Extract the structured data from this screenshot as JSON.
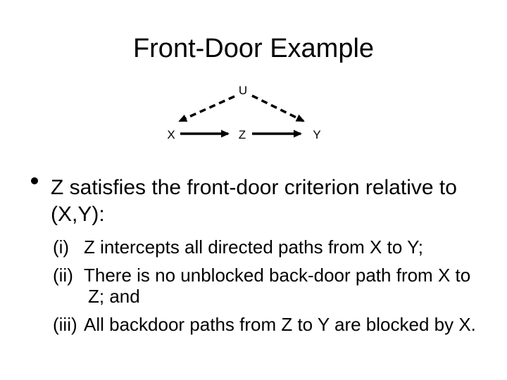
{
  "slide": {
    "title": "Front-Door Example",
    "colors": {
      "background": "#ffffff",
      "text": "#000000"
    },
    "diagram": {
      "type": "causal-dag",
      "nodes": [
        {
          "id": "U",
          "role": "unobserved-confounder"
        },
        {
          "id": "X",
          "role": "treatment"
        },
        {
          "id": "Z",
          "role": "mediator"
        },
        {
          "id": "Y",
          "role": "outcome"
        }
      ],
      "edges": [
        {
          "from": "U",
          "to": "X",
          "style": "dashed"
        },
        {
          "from": "U",
          "to": "Y",
          "style": "dashed"
        },
        {
          "from": "X",
          "to": "Z",
          "style": "solid"
        },
        {
          "from": "Z",
          "to": "Y",
          "style": "solid"
        }
      ]
    },
    "bullet": {
      "marker": "•",
      "line1": "Z satisfies the front-door criterion relative to",
      "line2": "(X,Y):"
    },
    "criteria": [
      {
        "label": "(i)",
        "line1": "Z intercepts all directed paths from X to Y;",
        "line2": ""
      },
      {
        "label": "(ii)",
        "line1": "There is no unblocked back-door path from X to",
        "line2": "Z; and"
      },
      {
        "label": "(iii)",
        "line1": "All backdoor paths from Z to Y are blocked by X.",
        "line2": ""
      }
    ]
  }
}
